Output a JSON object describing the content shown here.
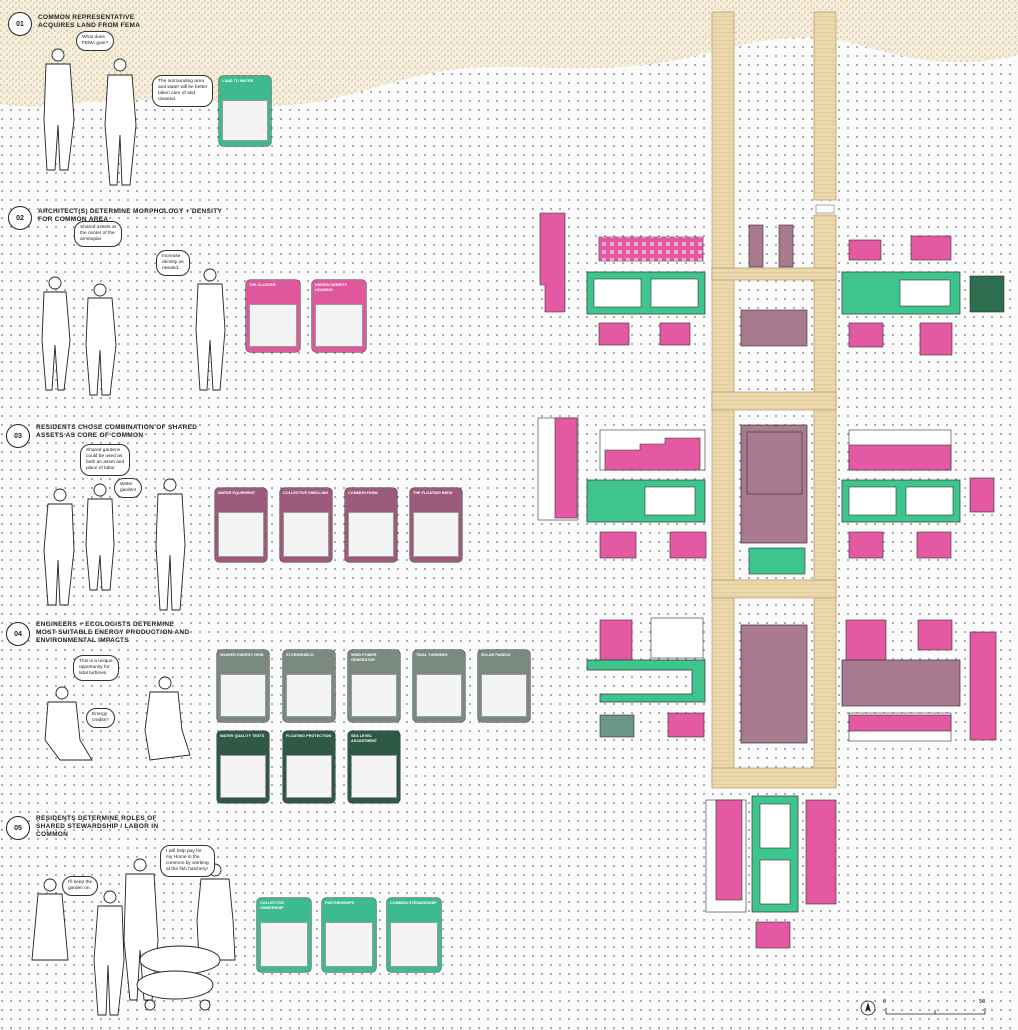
{
  "steps": [
    {
      "num": "01",
      "title": "COMMON REPRESENTATIVE\nACQUIRES LAND FROM FEMA"
    },
    {
      "num": "02",
      "title": "ARCHITECT(S) DETERMINE MORPHOLOGY + DENSITY\nFOR COMMON AREA"
    },
    {
      "num": "03",
      "title": "RESIDENTS CHOSE COMBINATION OF SHARED\nASSETS AS CORE OF COMMON"
    },
    {
      "num": "04",
      "title": "ENGINEERS + ECOLOGISTS DETERMINE\nMOST SUITABLE ENERGY PRODUCTION AND\nENVIRONMENTAL IMPACTS"
    },
    {
      "num": "05",
      "title": "RESIDENTS DETERMINE ROLES OF\nSHARED STEWARDSHIP / LABOR IN\nCOMMON"
    }
  ],
  "bubbles": [
    "What does\nFEMA gain?",
    "The surrounding area\nand water will be better\ntaken care of and\ncleaned.",
    "Shared assets at\nthe center of the\narmitopia!",
    "Increase\ndensity as\nneeded.",
    "Shared gardens\ncould be used as\nboth an asset and\nplace of labor",
    "Water\ngarden!",
    "This is a unique\nopportunity for\ntidal turbines.",
    "Energy\ncredits?",
    "I will help pay for\nmy Home in the\ncommon by working\nat the fish hatchery!",
    "I'll keep the\ngarden on."
  ],
  "cards": [
    {
      "title": "LAND TO WATER",
      "color": "#3dbb8f"
    },
    {
      "title": "THE CLUSTER",
      "color": "#e0589c"
    },
    {
      "title": "HIDDEN DENSITY HOUSING",
      "color": "#e0589c"
    },
    {
      "title": "WATER EQUIPMENT",
      "color": "#9c5b7d"
    },
    {
      "title": "COLLECTIVE DWELLING",
      "color": "#9c5b7d"
    },
    {
      "title": "COMMON FARM",
      "color": "#9c5b7d"
    },
    {
      "title": "THE FLOATING BEDS",
      "color": "#9c5b7d"
    },
    {
      "title": "SHARED ENERGY GRID",
      "color": "#7a8a80"
    },
    {
      "title": "STORMSHIELD",
      "color": "#7a8a80"
    },
    {
      "title": "WIND POWER GENERATOR",
      "color": "#7a8a80"
    },
    {
      "title": "TIDAL TURBINES",
      "color": "#7a8a80"
    },
    {
      "title": "SOLAR PANELS",
      "color": "#7a8a80"
    },
    {
      "title": "WATER QUALITY TESTS",
      "color": "#2e5a45"
    },
    {
      "title": "FLOATING PROTECTION",
      "color": "#2e5a45"
    },
    {
      "title": "SEA LEVEL ADJUSTMENT",
      "color": "#2e5a45"
    },
    {
      "title": "COLLECTIVE OWNERSHIP",
      "color": "#3dbb8f"
    },
    {
      "title": "PARTNERSHIPS",
      "color": "#3dbb8f"
    },
    {
      "title": "COMMON STEWARDSHIP",
      "color": "#3dbb8f"
    }
  ],
  "scale": {
    "start": "0",
    "end": "50"
  },
  "colors": {
    "pink": "#e45aa2",
    "green": "#3ec58e",
    "mauve": "#a8798f",
    "sand": "#e8d2a4",
    "darkgreen": "#2e6e50"
  }
}
